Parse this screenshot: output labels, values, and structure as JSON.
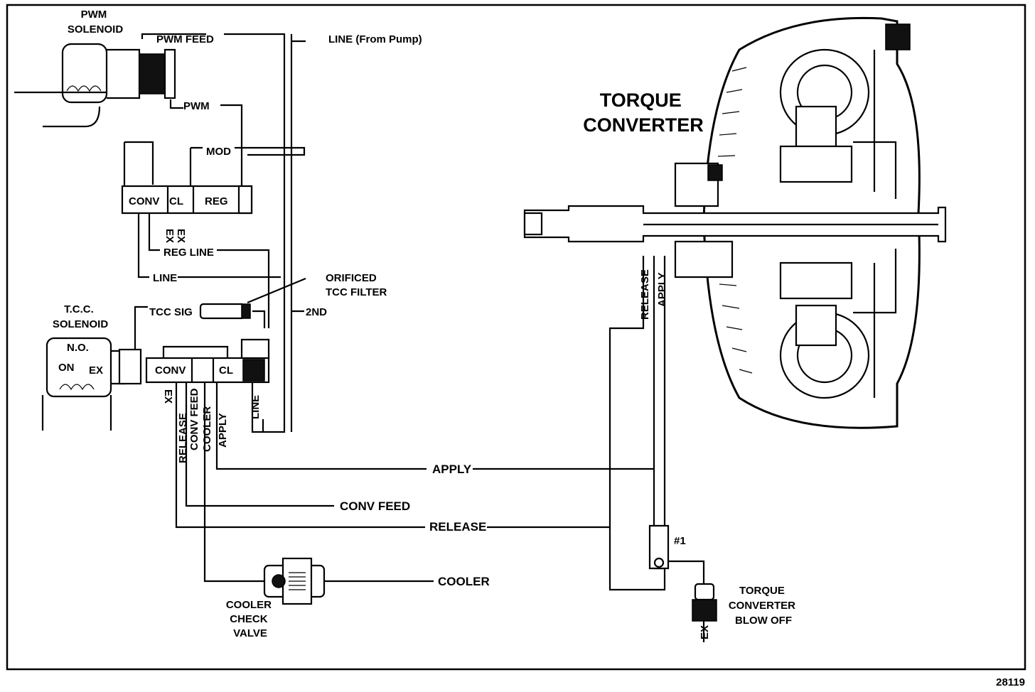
{
  "title": "TORQUE CONVERTER",
  "figure_number": "28119",
  "components": {
    "pwm_solenoid": "PWM SOLENOID",
    "tcc_solenoid": "T.C.C. SOLENOID",
    "tcc_solenoid_state": "N.O.",
    "tcc_solenoid_on": "ON",
    "tcc_solenoid_ex": "EX",
    "orificed_filter": "ORIFICED TCC FILTER",
    "cooler_check_valve": "COOLER CHECK VALVE",
    "blow_off": "TORQUE CONVERTER BLOW OFF",
    "check_ball": "#1"
  },
  "valve_ports": {
    "upper_conv": "CONV",
    "upper_cl": "CL",
    "upper_reg": "REG",
    "upper_ex": "EX",
    "lower_conv": "CONV",
    "lower_cl": "CL"
  },
  "fluid_lines": {
    "pwm_feed": "PWM FEED",
    "line_from_pump": "LINE (From Pump)",
    "pwm": "PWM",
    "mod": "MOD",
    "reg_line": "REG LINE",
    "line": "LINE",
    "tcc_sig": "TCC SIG",
    "second": "2ND",
    "ex": "EX",
    "release": "RELEASE",
    "conv_feed": "CONV FEED",
    "cooler": "COOLER",
    "apply": "APPLY",
    "line_vertical": "LINE"
  }
}
